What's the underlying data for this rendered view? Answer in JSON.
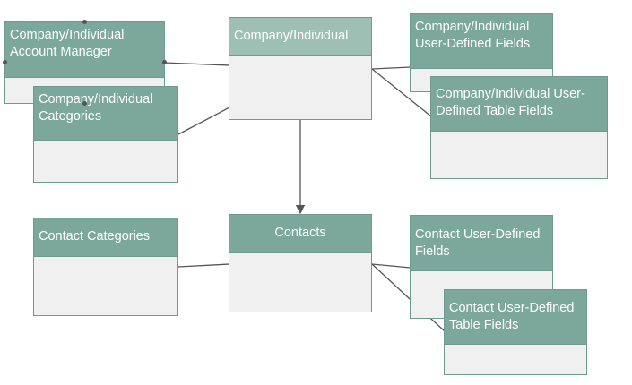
{
  "diagram": {
    "entities": {
      "account_manager": {
        "label": "Company/Individual Account Manager"
      },
      "company_categories": {
        "label": "Company/Individual Categories"
      },
      "company_individual": {
        "label": "Company/Individual"
      },
      "company_udf": {
        "label": "Company/Individual User-Defined Fields"
      },
      "company_udtf": {
        "label": "Company/Individual User-Defined Table Fields"
      },
      "contact_categories": {
        "label": "Contact Categories"
      },
      "contacts": {
        "label": "Contacts"
      },
      "contact_udf": {
        "label": "Contact User-Defined Fields"
      },
      "contact_udtf": {
        "label": "Contact User-Defined Table Fields"
      }
    },
    "colors": {
      "header": "#7ba89b",
      "header_selected": "#9dbfb4",
      "border": "#6f9a8f",
      "body": "#f0f0f0",
      "connector": "#555555"
    }
  }
}
